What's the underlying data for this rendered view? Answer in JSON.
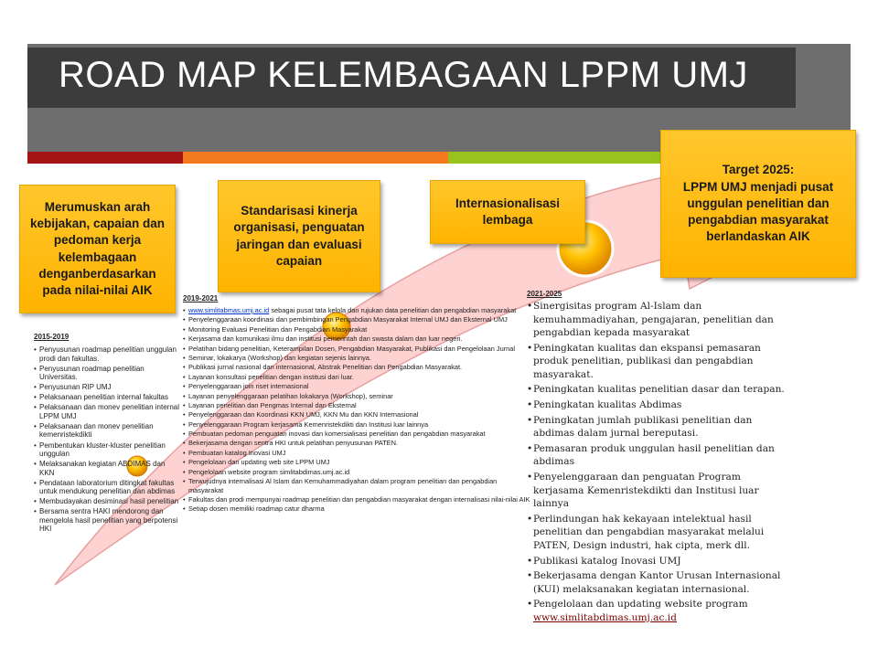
{
  "title": "ROAD MAP KELEMBAGAAN LPPM UMJ",
  "colors": {
    "title_bg": "#3c3c3c",
    "header_bg": "#6e6e6e",
    "stripe_red": "#a31515",
    "stripe_orange": "#f47a1f",
    "stripe_green": "#99c21c",
    "box_fill": "#ffc000",
    "arrow_fill": "#ffd2d2"
  },
  "boxes": [
    "Merumuskan arah kebijakan, capaian dan pedoman kerja kelembagaan denganberdasarkan pada nilai-nilai AIK",
    "Standarisasi kinerja organisasi, penguatan jaringan dan evaluasi capaian",
    "Internasionalisasi lembaga",
    {
      "line1": "Target 2025:",
      "rest": "LPPM UMJ menjadi pusat unggulan penelitian dan pengabdian masyarakat berlandaskan AIK"
    }
  ],
  "periods": {
    "p1": {
      "label": "2015-2019",
      "items": [
        "Penyusunan roadmap penelitian unggulan  prodi dan fakultas.",
        "Penyusunan roadmap penelitian Universitas.",
        "Penyusunan RIP UMJ",
        "Pelaksanaan penelitian internal fakultas",
        "Pelaksanaan dan monev penelitian internal LPPM UMJ",
        "Pelaksanaan dan monev penelitian kemenristekdikti",
        "Pembentukan kluster-kluster penelitian unggulan",
        "Melaksanakan  kegiatan ABDIMAS dan KKN",
        "Pendataan laboratorium ditingkat fakultas untuk mendukung penelitian dan abdimas",
        "Membudayakan desiminasi hasil penelitian",
        "Bersama  sentra HAKI mendorong dan mengelola hasil penelitian yang berpotensi HKI"
      ]
    },
    "p2": {
      "label": "2019-2021",
      "link": "www.simlitabmas.umj.ac.id",
      "first_rest": " sebagai pusat tata kelola dan rujukan data penelitian dan pengabdian masyarakat",
      "items": [
        "Penyelenggaraan koordinasi dan pembimbingan Pengabdian Masyarakat Internal UMJ dan Eksternal UMJ",
        "Monitoring Evaluasi Penelitian dan Pengabdian Masyarakat",
        "Kerjasama dan komunikasi ilmu dan institusi pemerintah dan swasta dalam dan luar negeri.",
        "Pelatihan bidang penelitian, Keterampilan Dosen, Pengabdian Masyarakat, Publikasi dan Pengelolaan Jurnal",
        "Seminar, lokakarya (Workshop) dan kegiatan sejenis lainnya.",
        "Publikasi jurnal nasional dan internasional, Abstrak Penelitian dan Pengabdian Masyarakat.",
        "Layanan konsultasi penelitian dengan institusi dari luar.",
        "Penyelenggaraan join riset internasional",
        "Layanan penyelenggaraan pelatihan lokakarya (Workshop), seminar",
        "Layanan penelitian dan Pengmas Internal dan Eksternal",
        "Penyelenggaraan dan Koordinasi KKN UMJ, KKN Mu dan KKN Internasional",
        "Penyelenggaraan Program kerjasama Kemenristekdikti dan Institusi luar lainnya",
        "Pembuatan pedoman penguatan inovasi dan komersialisasi penelitian dan pengabdian masyarakat",
        "Bekerjasama dengan sentra HKI untuk pelatihan penyusunan PATEN.",
        "Pembuatan katalog Inovasi UMJ",
        "Pengelolaan  dan updating web site LPPM UMJ",
        "Pengelolaan website program simlitabdimas.umj.ac.id",
        "Terwujudnya internalisasi Al Islam dan Kemuhammadiyahan dalam program penelitian dan pengabdian masyarakat",
        "Fakultas dan prodi mempunyai roadmap penelitian dan pengabdian masyarakat dengan internalisasi nilai-nilai AIK",
        "Setiap dosen memiliki roadmap catur dharma"
      ]
    },
    "p3": {
      "label": "2021-2025",
      "items": [
        "Sinergisitas program Al-Islam dan kemuhammadiyahan, pengajaran, penelitian dan pengabdian kepada masyarakat",
        "Peningkatan kualitas dan ekspansi pemasaran produk penelitian, publikasi dan pengabdian masyarakat.",
        "Peningkatan kualitas penelitian dasar dan terapan.",
        "Peningkatan kualitas Abdimas",
        "Peningkatan jumlah publikasi penelitian dan abdimas dalam jurnal bereputasi.",
        "Pemasaran produk unggulan hasil penelitian dan abdimas",
        "Penyelenggaraan dan penguatan Program kerjasama Kemenristekdikti dan Institusi luar lainnya",
        "Perlindungan hak kekayaan intelektual hasil penelitian dan pengabdian masyarakat melalui PATEN, Design industri, hak cipta, merk dll.",
        "Publikasi katalog Inovasi UMJ",
        "Bekerjasama dengan Kantor Urusan Internasional (KUI) melaksanakan kegiatan internasional."
      ],
      "last_text": "Pengelolaan dan updating website program",
      "last_link": "www.simlitabdimas.umj.ac.id"
    }
  }
}
